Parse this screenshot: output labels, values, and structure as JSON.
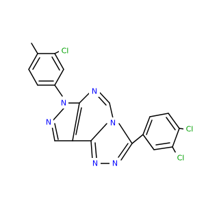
{
  "molecule": {
    "atoms": {
      "n_pyrazole_1": "N",
      "n_pyrazole_2": "N",
      "n_pyrimidine_1": "N",
      "n_pyrimidine_2": "N",
      "n_triazole_1": "N",
      "n_triazole_2": "N",
      "cl_top": "Cl",
      "cl_right_1": "Cl",
      "cl_right_2": "Cl"
    },
    "colors": {
      "nitrogen": "#0000ff",
      "chlorine": "#00a000",
      "bond": "#000000",
      "background": "#ffffff"
    }
  }
}
